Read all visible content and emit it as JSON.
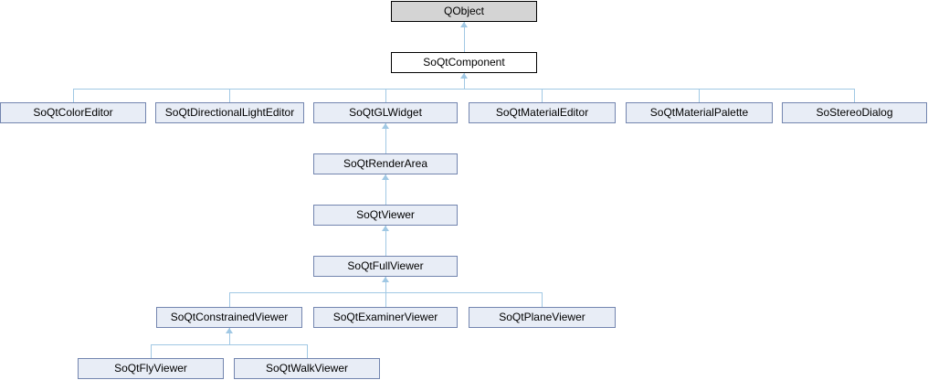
{
  "diagram": {
    "type": "inheritance-graph",
    "title": "SoQt class inheritance diagram",
    "colors": {
      "edge": "#a0c8e4",
      "class_fill": "#e8edf6",
      "class_border": "#7385af",
      "external_fill": "#d4d4d4",
      "current_fill": "#ffffff",
      "dark_border": "#000000",
      "background": "#ffffff",
      "text": "#000000"
    },
    "nodes": [
      {
        "label": "QObject",
        "style": "external"
      },
      {
        "label": "SoQtComponent",
        "style": "current"
      },
      {
        "label": "SoQtColorEditor",
        "style": "class"
      },
      {
        "label": "SoQtDirectionalLightEditor",
        "style": "class"
      },
      {
        "label": "SoQtGLWidget",
        "style": "class"
      },
      {
        "label": "SoQtMaterialEditor",
        "style": "class"
      },
      {
        "label": "SoQtMaterialPalette",
        "style": "class"
      },
      {
        "label": "SoStereoDialog",
        "style": "class"
      },
      {
        "label": "SoQtRenderArea",
        "style": "class"
      },
      {
        "label": "SoQtViewer",
        "style": "class"
      },
      {
        "label": "SoQtFullViewer",
        "style": "class"
      },
      {
        "label": "SoQtConstrainedViewer",
        "style": "class"
      },
      {
        "label": "SoQtExaminerViewer",
        "style": "class"
      },
      {
        "label": "SoQtPlaneViewer",
        "style": "class"
      },
      {
        "label": "SoQtFlyViewer",
        "style": "class"
      },
      {
        "label": "SoQtWalkViewer",
        "style": "class"
      }
    ],
    "edges": [
      {
        "from": "SoQtComponent",
        "to": "QObject"
      },
      {
        "from": "SoQtColorEditor",
        "to": "SoQtComponent"
      },
      {
        "from": "SoQtDirectionalLightEditor",
        "to": "SoQtComponent"
      },
      {
        "from": "SoQtGLWidget",
        "to": "SoQtComponent"
      },
      {
        "from": "SoQtMaterialEditor",
        "to": "SoQtComponent"
      },
      {
        "from": "SoQtMaterialPalette",
        "to": "SoQtComponent"
      },
      {
        "from": "SoStereoDialog",
        "to": "SoQtComponent"
      },
      {
        "from": "SoQtRenderArea",
        "to": "SoQtGLWidget"
      },
      {
        "from": "SoQtViewer",
        "to": "SoQtRenderArea"
      },
      {
        "from": "SoQtFullViewer",
        "to": "SoQtViewer"
      },
      {
        "from": "SoQtConstrainedViewer",
        "to": "SoQtFullViewer"
      },
      {
        "from": "SoQtExaminerViewer",
        "to": "SoQtFullViewer"
      },
      {
        "from": "SoQtPlaneViewer",
        "to": "SoQtFullViewer"
      },
      {
        "from": "SoQtFlyViewer",
        "to": "SoQtConstrainedViewer"
      },
      {
        "from": "SoQtWalkViewer",
        "to": "SoQtConstrainedViewer"
      }
    ]
  }
}
